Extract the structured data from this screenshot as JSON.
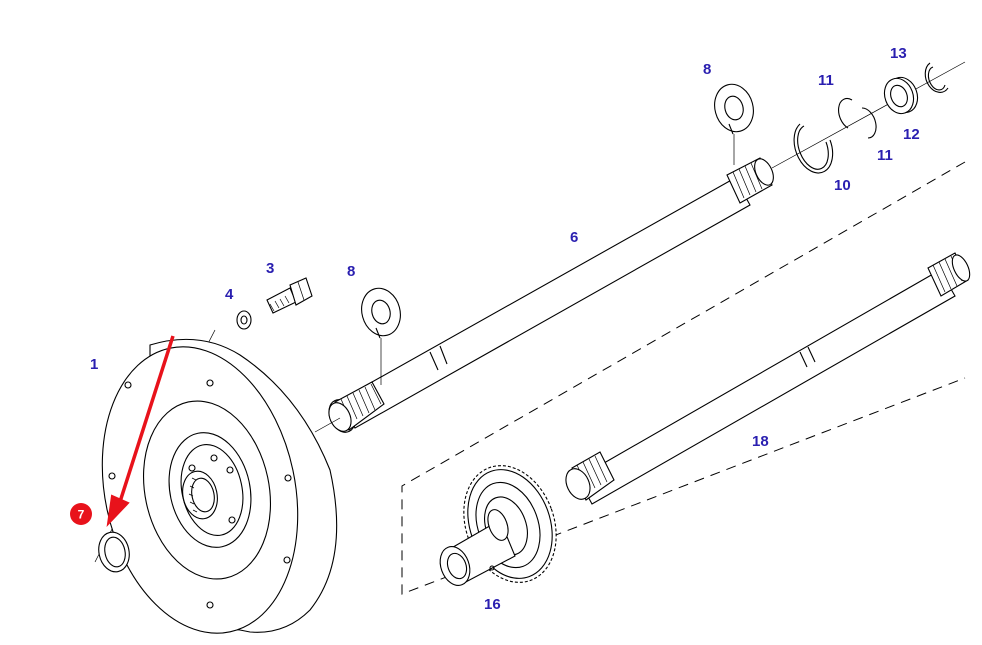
{
  "callouts": {
    "c1": "1",
    "c3": "3",
    "c4": "4",
    "c6": "6",
    "c7": "7",
    "c8a": "8",
    "c8b": "8",
    "c10": "10",
    "c11a": "11",
    "c11b": "11",
    "c12": "12",
    "c13": "13",
    "c16": "16",
    "c18": "18"
  },
  "colors": {
    "callout_text": "#2a1fb0",
    "highlight": "#e8121b",
    "line": "#000000"
  }
}
